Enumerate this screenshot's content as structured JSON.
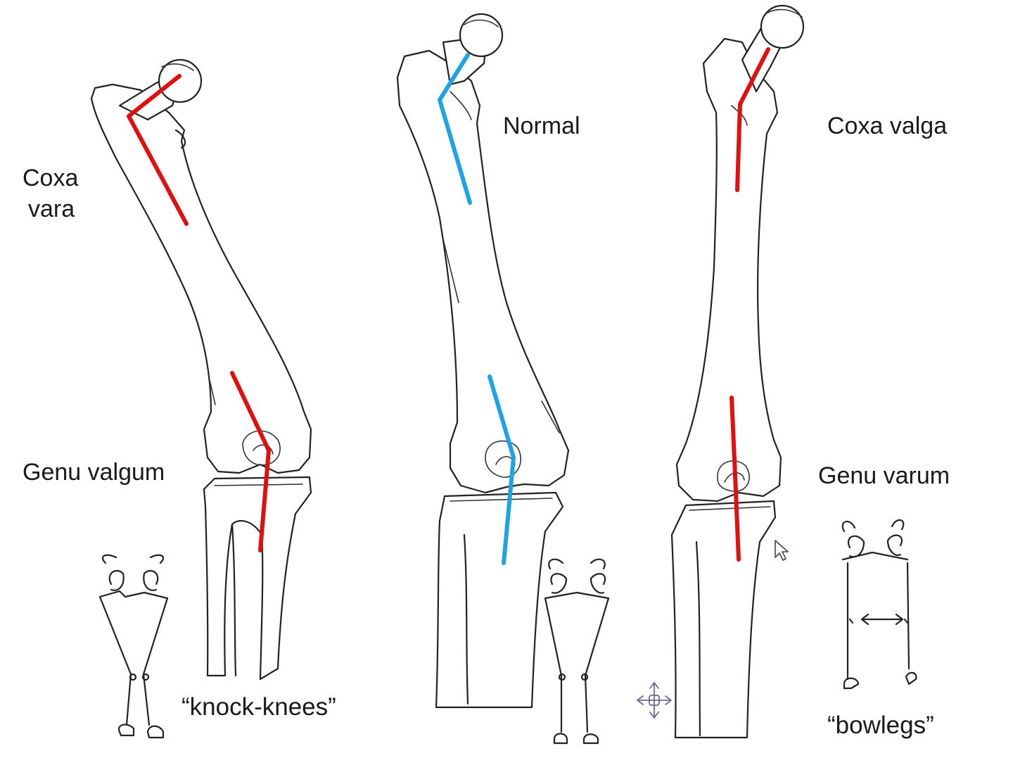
{
  "labels": {
    "coxa_vara_line1": "Coxa",
    "coxa_vara_line2": "vara",
    "normal": "Normal",
    "coxa_valga": "Coxa valga",
    "genu_valgum": "Genu valgum",
    "genu_varum": "Genu varum",
    "knock_knees": "“knock-knees”",
    "bowlegs": "“bowlegs”"
  },
  "colors": {
    "abnormal_axis": "#e01010",
    "normal_axis": "#1fa3e6",
    "ink": "#222222",
    "background": "#ffffff"
  },
  "icons": {
    "cursor": "arrow-cursor-icon",
    "move": "move-arrows-icon"
  }
}
